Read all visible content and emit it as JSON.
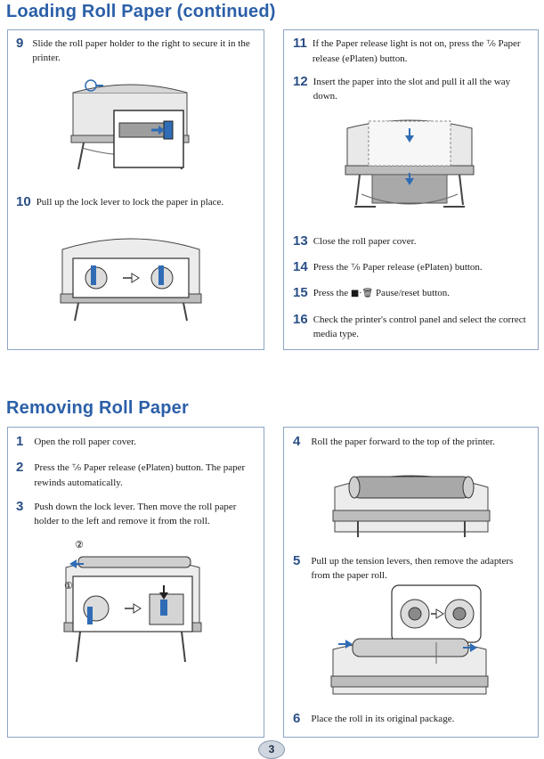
{
  "sections": {
    "loading_title": "Loading Roll Paper (continued)",
    "removing_title": "Removing Roll Paper"
  },
  "steps": {
    "s9": {
      "num": "9",
      "text": "Slide the roll paper holder to the right to secure it in the printer."
    },
    "s10": {
      "num": "10",
      "text": "Pull up the lock lever to lock the paper in place."
    },
    "s11": {
      "num": "11",
      "pre": "If the Paper release light is not on, press the",
      "post": "Paper release (ePlaten) button."
    },
    "s12": {
      "num": "12",
      "text": "Insert the paper into the slot and pull it all the way down."
    },
    "s13": {
      "num": "13",
      "text": "Close the roll paper cover."
    },
    "s14": {
      "num": "14",
      "pre": "Press the",
      "post": "Paper release (ePlaten) button."
    },
    "s15": {
      "num": "15",
      "pre": "Press the",
      "post": "Pause/reset button."
    },
    "s16": {
      "num": "16",
      "text": "Check the printer's control panel and select the correct media type."
    },
    "r1": {
      "num": "1",
      "text": "Open the roll paper cover."
    },
    "r2": {
      "num": "2",
      "pre": "Press the",
      "post": "Paper release (ePlaten) button. The paper rewinds automatically."
    },
    "r3": {
      "num": "3",
      "text": "Push down the lock lever. Then move the roll paper holder to the left and remove it from the roll."
    },
    "r4": {
      "num": "4",
      "text": "Roll the paper forward to the top of the printer."
    },
    "r5": {
      "num": "5",
      "text": "Pull up the tension levers, then remove the adapters from the paper roll."
    },
    "r6": {
      "num": "6",
      "text": "Place the roll in its original package."
    }
  },
  "callouts": {
    "one": "①",
    "two": "②"
  },
  "page_number": "3",
  "icons": {
    "paper_release": "paper-release-icon",
    "pause_reset": "pause-reset-icon"
  },
  "colors": {
    "heading": "#2b5fa8",
    "step_number": "#2a4f86",
    "panel_border": "#8da4c3"
  }
}
